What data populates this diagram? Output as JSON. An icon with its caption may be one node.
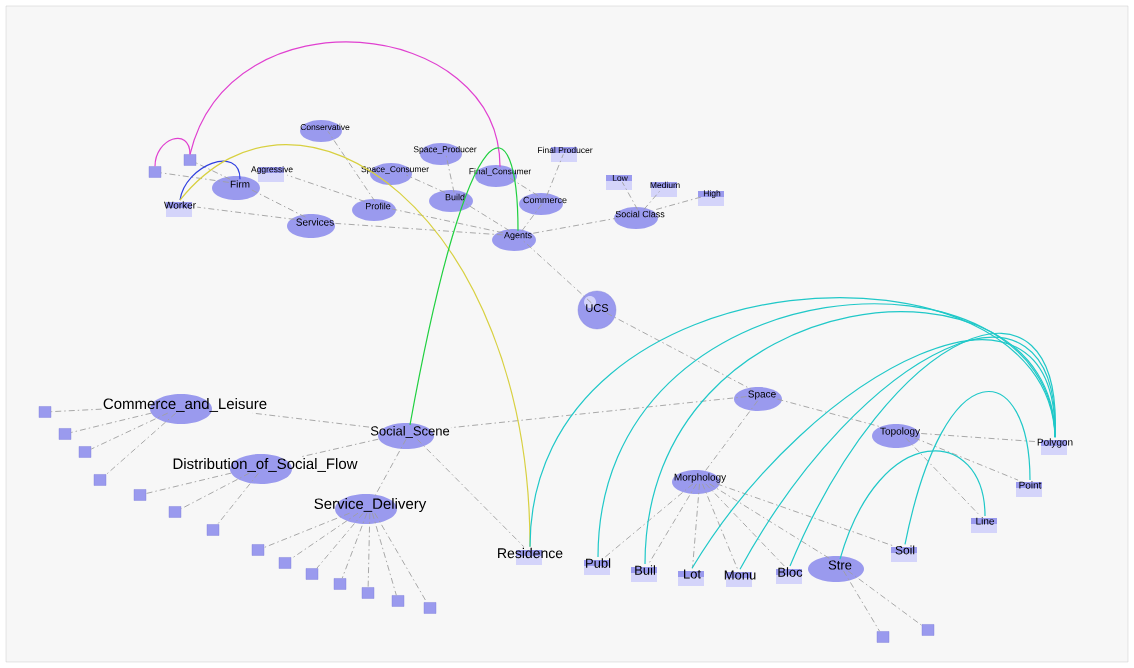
{
  "diagram": {
    "nodes": [
      {
        "text": [
          "UCS"
        ]
      },
      {
        "text": [
          "Agents"
        ]
      },
      {
        "text": [
          "Worker"
        ]
      },
      {
        "text": [
          "Firm"
        ]
      },
      {
        "text": [
          "Aggressive"
        ]
      },
      {
        "text": [
          "Conservative"
        ]
      },
      {
        "text": [
          "Space_Consumer"
        ]
      },
      {
        "text": [
          "Space_Producer"
        ]
      },
      {
        "text": [
          "Final_Consumer"
        ]
      },
      {
        "text": [
          "Final Producer"
        ]
      },
      {
        "text": [
          "Low"
        ]
      },
      {
        "text": [
          "Medium"
        ]
      },
      {
        "text": [
          "High"
        ]
      },
      {
        "text": [
          "Services"
        ]
      },
      {
        "text": [
          "Profile"
        ]
      },
      {
        "text": [
          "Build"
        ]
      },
      {
        "text": [
          "Commerce"
        ]
      },
      {
        "text": [
          "Social Class"
        ]
      },
      {
        "text": [],
        "shape": "box"
      },
      {
        "text": [],
        "shape": "box"
      },
      {
        "text": [
          "Space"
        ]
      },
      {
        "text": [
          "Social_Scene"
        ]
      },
      {
        "text": [
          "Topology"
        ]
      },
      {
        "text": [
          "Morphology"
        ]
      },
      {
        "text": [
          "Polygon"
        ]
      },
      {
        "text": [
          "Point"
        ]
      },
      {
        "text": [
          "Line"
        ]
      },
      {
        "text": [
          "Commerce_and_Leisure"
        ]
      },
      {
        "text": [
          "Distribution_of_Social_Flow"
        ]
      },
      {
        "text": [
          "Service_Delivery"
        ]
      },
      {
        "text": [
          "Residence"
        ]
      },
      {
        "text": [
          "Publ"
        ]
      },
      {
        "text": [
          "Buil"
        ]
      },
      {
        "text": [
          "Lot"
        ]
      },
      {
        "text": [
          "Monu"
        ]
      },
      {
        "text": [
          "Bloc"
        ]
      },
      {
        "text": [
          "Stre"
        ]
      },
      {
        "text": [
          "Soil"
        ]
      },
      {
        "text": [],
        "shape": "box"
      },
      {
        "text": [],
        "shape": "box"
      },
      {
        "text": [],
        "shape": "box"
      },
      {
        "text": [],
        "shape": "box"
      },
      {
        "text": [],
        "shape": "box"
      },
      {
        "text": [],
        "shape": "box"
      },
      {
        "text": [],
        "shape": "box"
      },
      {
        "text": [],
        "shape": "box"
      },
      {
        "text": [],
        "shape": "box"
      },
      {
        "text": [],
        "shape": "box"
      },
      {
        "text": [],
        "shape": "box"
      },
      {
        "text": [],
        "shape": "box"
      },
      {
        "text": [],
        "shape": "box"
      },
      {
        "text": [],
        "shape": "box"
      },
      {
        "text": [],
        "shape": "box"
      },
      {
        "text": [],
        "shape": "box"
      }
    ],
    "edges": [
      {
        "from": 0,
        "to": 1,
        "arrow": "none",
        "style": "dashed"
      },
      {
        "from": 0,
        "to": 20,
        "arrow": "none",
        "style": "dashed"
      },
      {
        "from": 1,
        "to": 13,
        "arrow": "none",
        "style": "dashed"
      },
      {
        "from": 1,
        "to": 14,
        "arrow": "none",
        "style": "dashed"
      },
      {
        "from": 1,
        "to": 15,
        "arrow": "none",
        "style": "dashed"
      },
      {
        "from": 1,
        "to": 16,
        "arrow": "none",
        "style": "dashed"
      },
      {
        "from": 1,
        "to": 17,
        "arrow": "none",
        "style": "dashed"
      },
      {
        "from": 13,
        "to": 2,
        "arrow": "none",
        "style": "dashed"
      },
      {
        "from": 13,
        "to": 3,
        "arrow": "none",
        "style": "dashed"
      },
      {
        "from": 3,
        "to": 18,
        "arrow": "none",
        "style": "dashed"
      },
      {
        "from": 3,
        "to": 19,
        "arrow": "none",
        "style": "dashed"
      },
      {
        "from": 14,
        "to": 4,
        "arrow": "none",
        "style": "dashed"
      },
      {
        "from": 14,
        "to": 5,
        "arrow": "none",
        "style": "dashed"
      },
      {
        "from": 15,
        "to": 6,
        "arrow": "none",
        "style": "dashed"
      },
      {
        "from": 15,
        "to": 7,
        "arrow": "none",
        "style": "dashed"
      },
      {
        "from": 16,
        "to": 8,
        "arrow": "none",
        "style": "dashed"
      },
      {
        "from": 16,
        "to": 9,
        "arrow": "none",
        "style": "dashed"
      },
      {
        "from": 17,
        "to": 10,
        "arrow": "none",
        "style": "dashed"
      },
      {
        "from": 17,
        "to": 11,
        "arrow": "none",
        "style": "dashed"
      },
      {
        "from": 17,
        "to": 12,
        "arrow": "none",
        "style": "dashed"
      },
      {
        "from": 20,
        "to": 21,
        "arrow": "none",
        "style": "dashed"
      },
      {
        "from": 20,
        "to": 22,
        "arrow": "none",
        "style": "dashed"
      },
      {
        "from": 20,
        "to": 23,
        "arrow": "none",
        "style": "dashed"
      },
      {
        "from": 22,
        "to": 24,
        "arrow": "none",
        "style": "dashed"
      },
      {
        "from": 22,
        "to": 25,
        "arrow": "none",
        "style": "dashed"
      },
      {
        "from": 22,
        "to": 26,
        "arrow": "none",
        "style": "dashed"
      },
      {
        "from": 21,
        "to": 27,
        "arrow": "none",
        "style": "dashed"
      },
      {
        "from": 21,
        "to": 28,
        "arrow": "none",
        "style": "dashed"
      },
      {
        "from": 21,
        "to": 29,
        "arrow": "none",
        "style": "dashed"
      },
      {
        "from": 21,
        "to": 30,
        "arrow": "none",
        "style": "dashed"
      },
      {
        "from": 23,
        "to": 31,
        "arrow": "none",
        "style": "dashed"
      },
      {
        "from": 23,
        "to": 32,
        "arrow": "none",
        "style": "dashed"
      },
      {
        "from": 23,
        "to": 33,
        "arrow": "none",
        "style": "dashed"
      },
      {
        "from": 23,
        "to": 34,
        "arrow": "none",
        "style": "dashed"
      },
      {
        "from": 23,
        "to": 35,
        "arrow": "none",
        "style": "dashed"
      },
      {
        "from": 23,
        "to": 36,
        "arrow": "none",
        "style": "dashed"
      },
      {
        "from": 23,
        "to": 37,
        "arrow": "none",
        "style": "dashed"
      },
      {
        "from": 27,
        "to": 38,
        "arrow": "none",
        "style": "dashed"
      },
      {
        "from": 27,
        "to": 39,
        "arrow": "none",
        "style": "dashed"
      },
      {
        "from": 27,
        "to": 40,
        "arrow": "none",
        "style": "dashed"
      },
      {
        "from": 27,
        "to": 41,
        "arrow": "none",
        "style": "dashed"
      },
      {
        "from": 28,
        "to": 42,
        "arrow": "none",
        "style": "dashed"
      },
      {
        "from": 28,
        "to": 43,
        "arrow": "none",
        "style": "dashed"
      },
      {
        "from": 28,
        "to": 44,
        "arrow": "none",
        "style": "dashed"
      },
      {
        "from": 29,
        "to": 45,
        "arrow": "none",
        "style": "dashed"
      },
      {
        "from": 29,
        "to": 46,
        "arrow": "none",
        "style": "dashed"
      },
      {
        "from": 29,
        "to": 47,
        "arrow": "none",
        "style": "dashed"
      },
      {
        "from": 29,
        "to": 48,
        "arrow": "none",
        "style": "dashed"
      },
      {
        "from": 29,
        "to": 49,
        "arrow": "none",
        "style": "dashed"
      },
      {
        "from": 29,
        "to": 50,
        "arrow": "none",
        "style": "dashed"
      },
      {
        "from": 29,
        "to": 51,
        "arrow": "none",
        "style": "dashed"
      },
      {
        "from": 36,
        "to": 52,
        "arrow": "none",
        "style": "dashed"
      },
      {
        "from": 36,
        "to": 53,
        "arrow": "none",
        "style": "dashed"
      },
      {
        "from": 18,
        "to": 19,
        "arrow": "none",
        "color": "#e040d0"
      },
      {
        "from": 19,
        "to": 8,
        "arrow": "none",
        "color": "#e040d0"
      },
      {
        "from": 2,
        "to": 3,
        "arrow": "none",
        "color": "#3040e0"
      },
      {
        "from": 2,
        "to": 30,
        "arrow": "none",
        "color": "#d8d040"
      },
      {
        "from": 21,
        "to": 1,
        "arrow": "none",
        "color": "#20d040"
      },
      {
        "from": 30,
        "to": 24,
        "arrow": "none",
        "color": "#20c8c8"
      },
      {
        "from": 31,
        "to": 24,
        "arrow": "none",
        "color": "#20c8c8"
      },
      {
        "from": 32,
        "to": 24,
        "arrow": "none",
        "color": "#20c8c8"
      },
      {
        "from": 33,
        "to": 24,
        "arrow": "none",
        "color": "#20c8c8"
      },
      {
        "from": 34,
        "to": 24,
        "arrow": "none",
        "color": "#20c8c8"
      },
      {
        "from": 35,
        "to": 24,
        "arrow": "none",
        "color": "#20c8c8"
      },
      {
        "from": 37,
        "to": 25,
        "arrow": "none",
        "color": "#20c8c8"
      },
      {
        "from": 36,
        "to": 26,
        "arrow": "none",
        "color": "#20c8c8"
      }
    ]
  }
}
